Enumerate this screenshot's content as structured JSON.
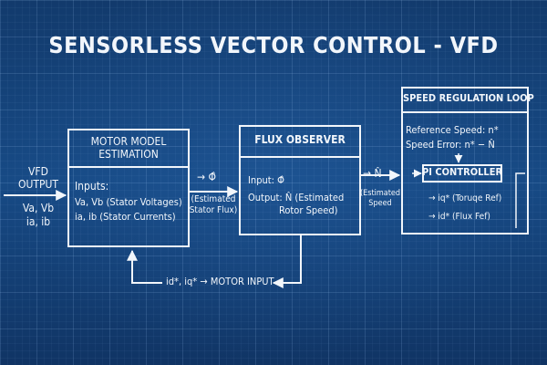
{
  "title": "SENSORLESS VECTOR CONTROL - VFD",
  "vfd_output": {
    "label_line1": "VFD",
    "label_line2": "OUTPUT",
    "voltages": "Va, Vb",
    "currents": "ia, ib"
  },
  "motor_model": {
    "title_line1": "MOTOR MODEL",
    "title_line2": "ESTIMATION",
    "inputs_label": "Inputs:",
    "input_voltages": "Va, Vb (Stator Voltages)",
    "input_currents": "ia, ib (Stator Currents)"
  },
  "flux_link": {
    "arrow_symbol": "→ Φ̂",
    "caption_line1": "(Estimated",
    "caption_line2": "Stator Flux)"
  },
  "flux_observer": {
    "title": "FLUX OBSERVER",
    "input_line": "Input: Φ̂",
    "output_line1": "Output: N̂ (Estimated",
    "output_line2": "Rotor Speed)"
  },
  "speed_link": {
    "arrow_symbol": "→ N̂",
    "caption_line1": "(Estimated",
    "caption_line2": "Speed"
  },
  "speed_loop": {
    "title": "SPEED REGULATION LOOP",
    "reference_speed": "Reference Speed: n*",
    "speed_error": "Speed Error: n* − N̂",
    "controller": "PI CONTROLLER",
    "torque_ref": "→ iq* (Toruqe Ref)",
    "flux_ref": "→ id* (Flux Fef)"
  },
  "feedback": {
    "label": "id*, iq* → MOTOR INPUT"
  }
}
